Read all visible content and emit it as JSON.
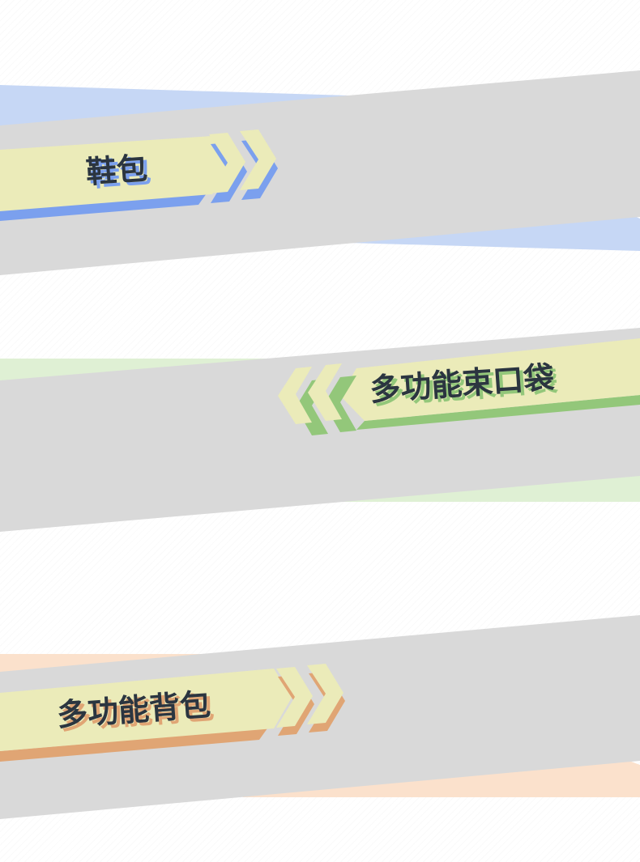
{
  "banners": [
    {
      "label": "鞋包",
      "accent_color": "#7ba0ee",
      "tint_color": "#c6d7f5",
      "chevron_direction": "right"
    },
    {
      "label": "多功能束口袋",
      "accent_color": "#93c77a",
      "tint_color": "#dff0d4",
      "chevron_direction": "left"
    },
    {
      "label": "多功能背包",
      "accent_color": "#e0a574",
      "tint_color": "#fbe1cc",
      "chevron_direction": "right"
    }
  ],
  "colors": {
    "band_gray": "#d9d9d9",
    "label_yellow": "#ebebb9",
    "text": "#2b3540"
  }
}
